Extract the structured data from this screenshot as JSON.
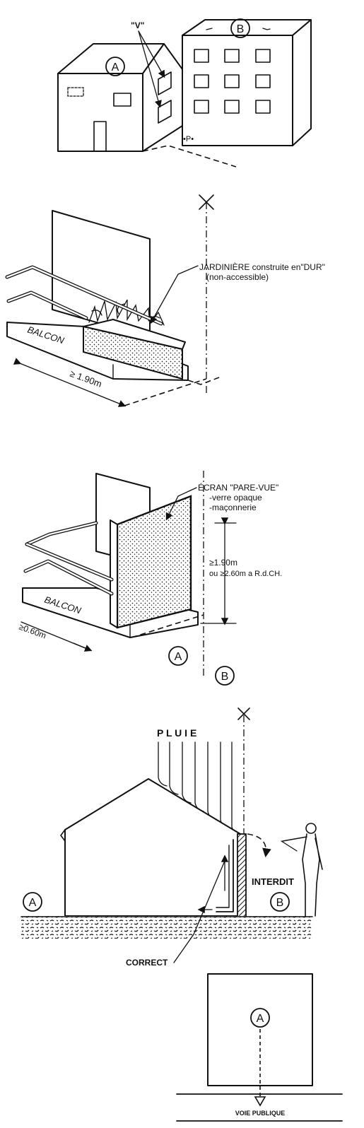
{
  "fig1": {
    "label_v": "\"V\"",
    "label_a": "A",
    "label_b": "B",
    "label_p": "•P•"
  },
  "fig2": {
    "label_jardiniere": "JARDINIÈRE construite en\"DUR\"",
    "label_non_accessible": "(non-accessible)",
    "label_balcon": "BALCON",
    "label_dim": "≥ 1.90m"
  },
  "fig3": {
    "label_ecran": "ÉCRAN \"PARE-VUE\"",
    "label_verre": "-verre opaque",
    "label_maconnerie": "-maçonnerie",
    "label_height1": "≥1.90m",
    "label_height2": "ou ≥2.60m a R.d.CH.",
    "label_balcon": "BALCON",
    "label_dim": "≥0.60m",
    "label_a": "A",
    "label_b": "B"
  },
  "fig4": {
    "label_pluie": "P L U I E",
    "label_interdit": "INTERDIT",
    "label_correct": "CORRECT",
    "label_a": "A",
    "label_b": "B"
  },
  "fig5": {
    "label_a": "A",
    "label_voie": "VOIE   PUBLIQUE"
  },
  "colors": {
    "ink": "#111111",
    "paper": "#ffffff"
  }
}
